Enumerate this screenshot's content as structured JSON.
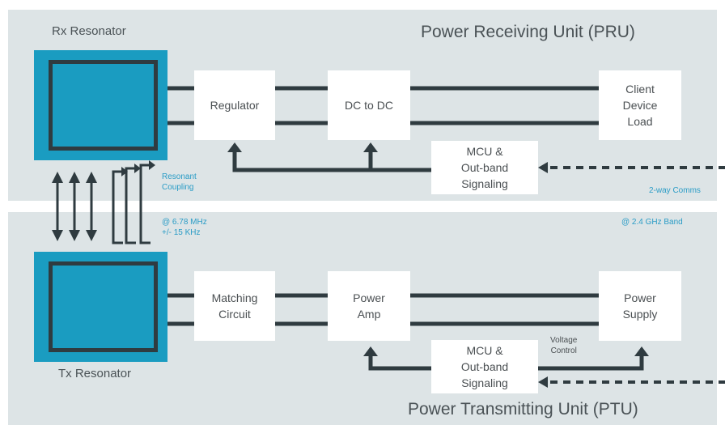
{
  "pru": {
    "title": "Power Receiving Unit (PRU)",
    "resonator_label": "Rx Resonator",
    "blocks": {
      "regulator": "Regulator",
      "dc_to_dc": "DC to DC",
      "client_load": "Client\nDevice\nLoad",
      "mcu": "MCU &\nOut-band\nSignaling"
    },
    "comms_label": "2-way Comms"
  },
  "coupling": {
    "label": "Resonant\nCoupling",
    "freq_label": "@ 6.78 MHz\n+/- 15 KHz"
  },
  "ptu": {
    "title": "Power Transmitting Unit (PTU)",
    "resonator_label": "Tx Resonator",
    "band_label": "@ 2.4 GHz Band",
    "blocks": {
      "matching": "Matching\nCircuit",
      "power_amp": "Power\nAmp",
      "power_supply": "Power\nSupply",
      "mcu": "MCU &\nOut-band\nSignaling"
    },
    "voltage_control_label": "Voltage\nControl"
  },
  "colors": {
    "panel": "#dde4e6",
    "resonator": "#1a9cc1",
    "wire": "#2f3b40",
    "accent_text": "#2a9cc6"
  }
}
